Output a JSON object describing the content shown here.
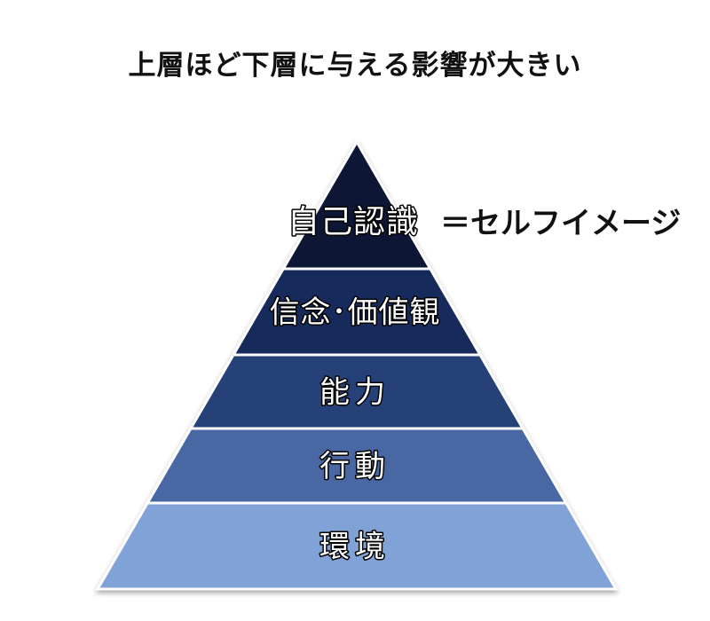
{
  "diagram": {
    "title": "上層ほど下層に与える影響が大きい",
    "note": "＝セルフイメージ",
    "layers": [
      {
        "label": "自己認識",
        "color": "#0c1634"
      },
      {
        "label": "信念･価値観",
        "color": "#192a5c"
      },
      {
        "label": "能力",
        "color": "#283f78"
      },
      {
        "label": "行動",
        "color": "#4867a3"
      },
      {
        "label": "環境",
        "color": "#81a2d7"
      }
    ]
  }
}
